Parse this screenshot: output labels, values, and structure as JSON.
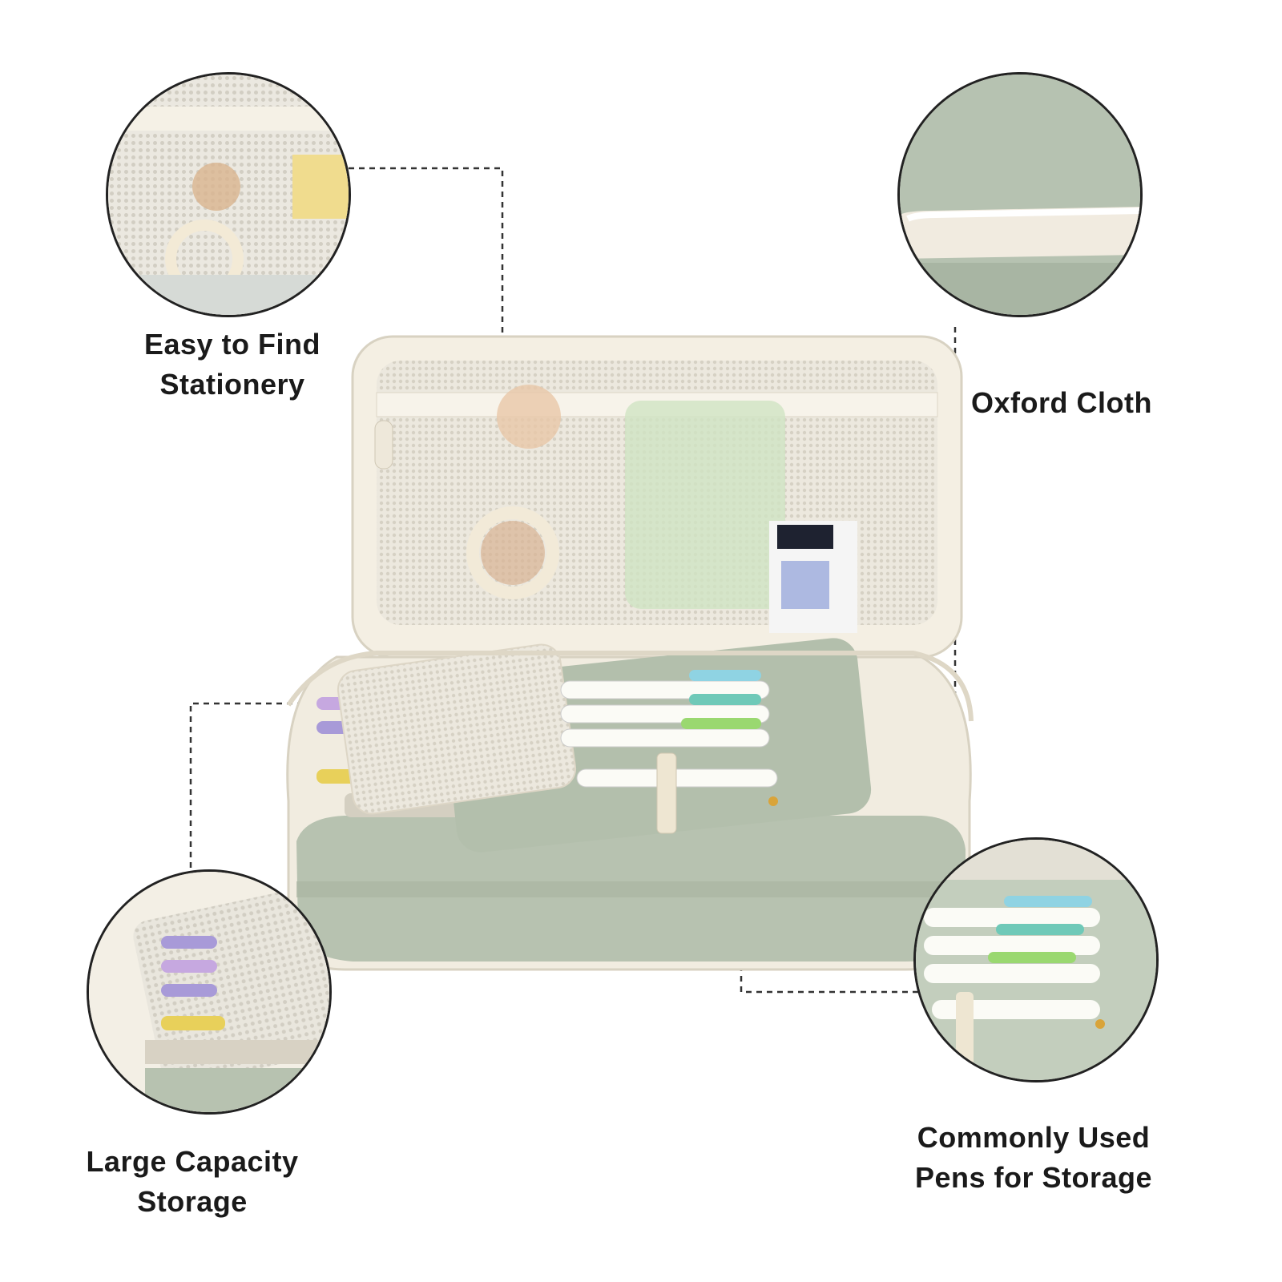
{
  "features": {
    "easy_find": {
      "line1": "Easy to Find",
      "line2": "Stationery"
    },
    "oxford_cloth": {
      "line1": "Oxford Cloth"
    },
    "large_capacity": {
      "line1": "Large Capacity",
      "line2": "Storage"
    },
    "common_pens": {
      "line1": "Commonly Used",
      "line2": "Pens for Storage"
    }
  },
  "colors": {
    "sage_green": "#b9c4b2",
    "cream": "#f2ede0",
    "mesh": "#e7e3d8",
    "pen_blue": "#8fd3e3",
    "pen_teal": "#6fc9b8",
    "pen_green": "#9ad870",
    "pen_purple": "#a89ad8",
    "pen_yellow": "#e8d05a"
  }
}
